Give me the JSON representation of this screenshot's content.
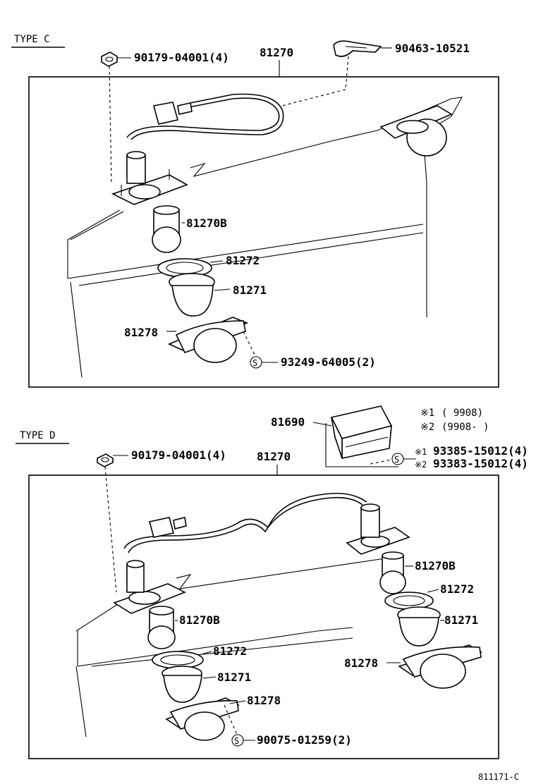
{
  "typeC": {
    "title": "TYPE C",
    "labels": {
      "nut": "90179-04001(4)",
      "assembly": "81270",
      "clip": "90463-10521",
      "bulb": "81270B",
      "gasket": "81272",
      "lens": "81271",
      "housing": "81278",
      "screw": "93249-64005(2)",
      "screw_symbol": "S"
    }
  },
  "typeD": {
    "title": "TYPE D",
    "labels": {
      "nut": "90179-04001(4)",
      "assembly": "81270",
      "bulb_right": "81270B",
      "gasket_right": "81272",
      "lens_right": "81271",
      "housing_right": "81278",
      "bulb_left": "81270B",
      "gasket_left": "81272",
      "lens_left": "81271",
      "housing_left": "81278",
      "screw": "90075-01259(2)",
      "screw_symbol": "S"
    }
  },
  "cover": {
    "part": "81690",
    "note1_mark": "※1",
    "note1_range": "(      9908)",
    "note2_mark": "※2",
    "note2_range": "(9908-      )",
    "screw1_mark": "※1",
    "screw1": "93385-15012(4)",
    "screw2_mark": "※2",
    "screw2": "93383-15012(4)",
    "screw_symbol": "S"
  },
  "footer": {
    "diagram_code": "811171-C"
  }
}
